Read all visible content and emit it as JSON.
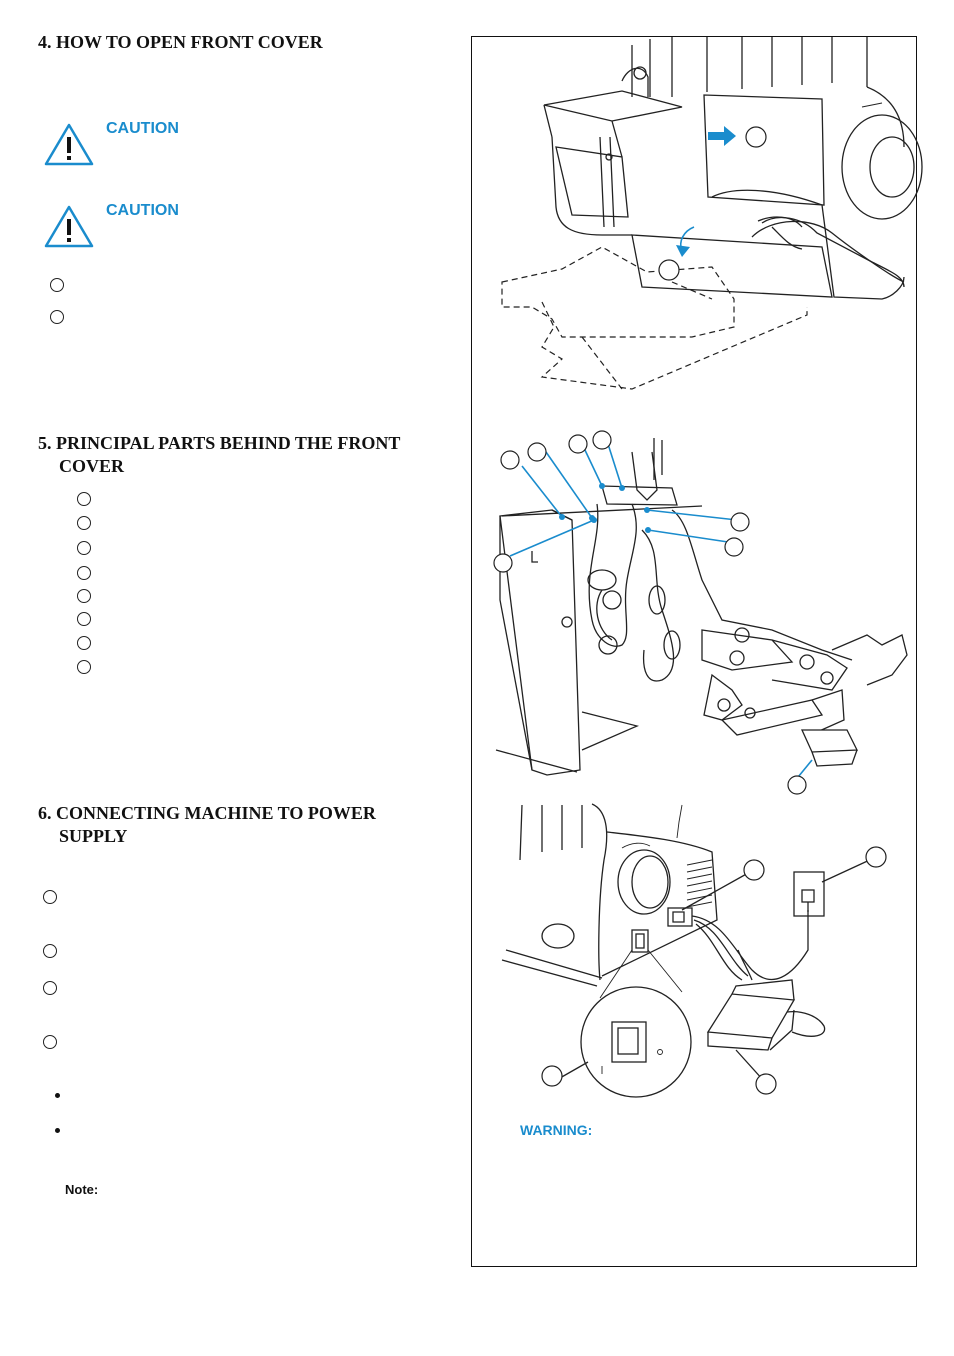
{
  "sections": {
    "front_cover": {
      "heading": "4. HOW TO OPEN FRONT COVER"
    },
    "principal_parts": {
      "heading_line1": "5. PRINCIPAL PARTS BEHIND THE FRONT",
      "heading_line2": "COVER"
    },
    "power_supply": {
      "heading_line1": "6. CONNECTING MACHINE TO POWER",
      "heading_line2": "SUPPLY"
    }
  },
  "cautions": [
    {
      "label": "CAUTION",
      "icon": "warning-triangle-icon"
    },
    {
      "label": "CAUTION",
      "icon": "warning-triangle-icon"
    }
  ],
  "warning": {
    "label": "WARNING:"
  },
  "note": {
    "label": "Note:"
  },
  "colors": {
    "accent": "#1a8ccd",
    "text": "#111111"
  }
}
